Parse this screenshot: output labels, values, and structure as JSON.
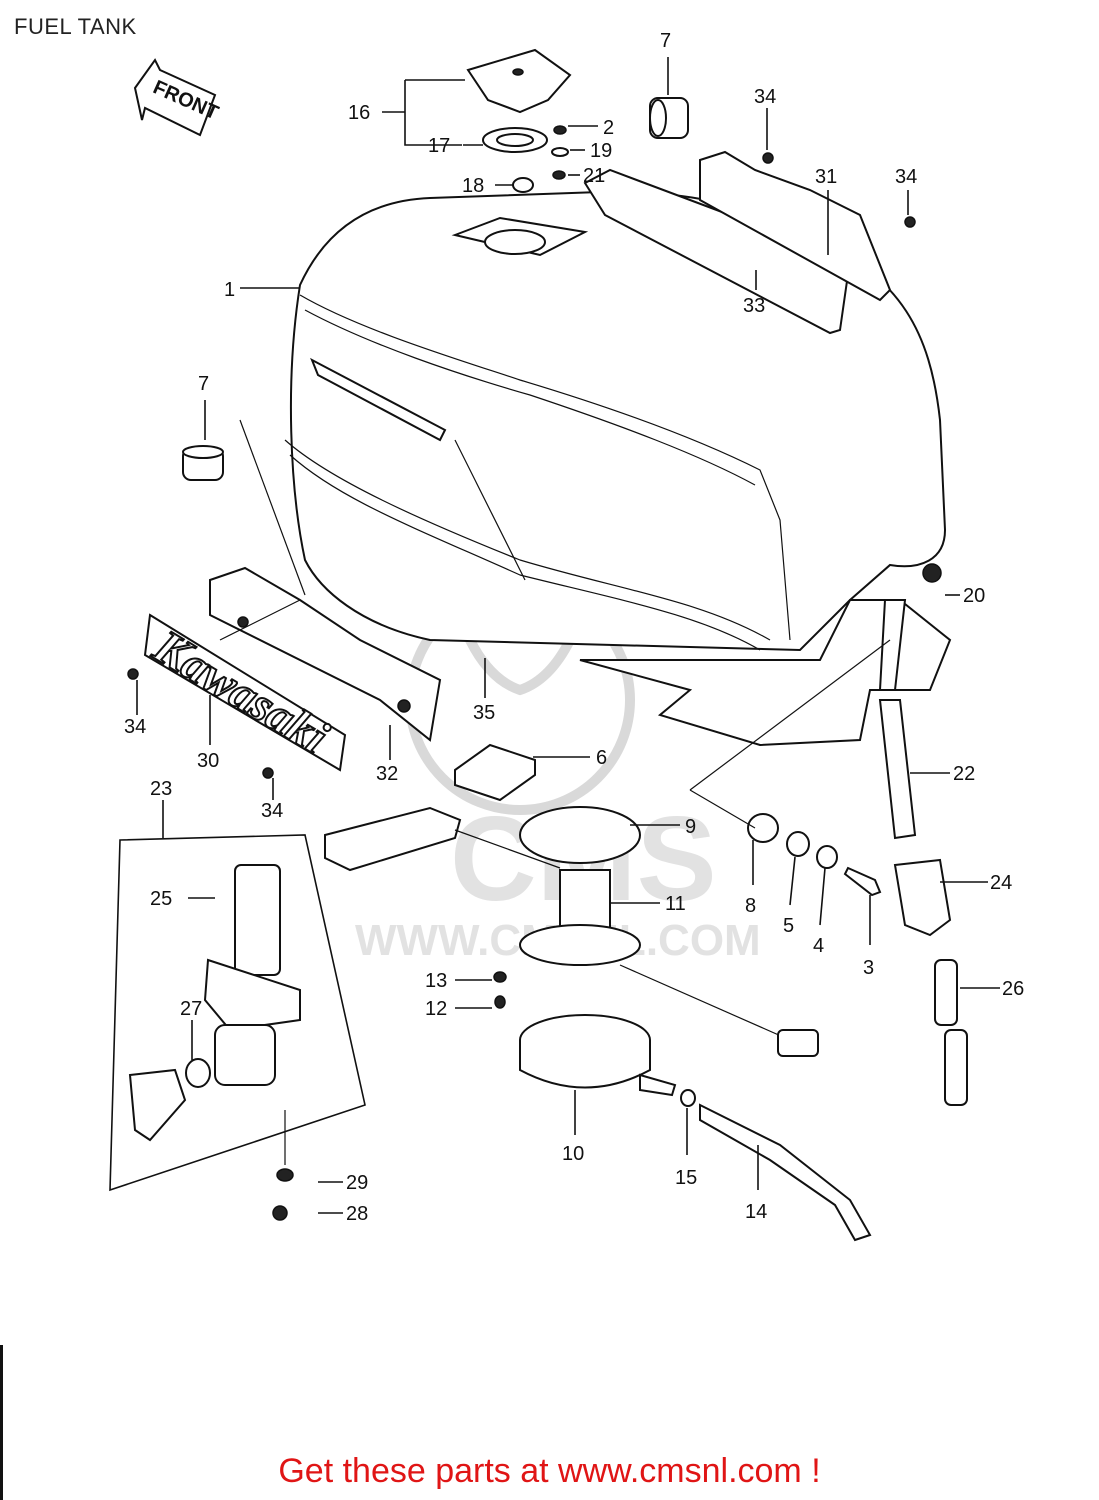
{
  "title": "FUEL TANK",
  "front_arrow_label": "FRONT",
  "emblem_text": "Kawasaki",
  "watermark": {
    "brand": "CMS",
    "url": "WWW.CMSNL.COM"
  },
  "footer": {
    "cta": "Get these parts at www.cmsnl.com !"
  },
  "callouts": [
    "1",
    "2",
    "3",
    "4",
    "5",
    "6",
    "7",
    "7",
    "8",
    "9",
    "10",
    "11",
    "12",
    "13",
    "14",
    "15",
    "16",
    "17",
    "18",
    "19",
    "20",
    "21",
    "22",
    "23",
    "24",
    "25",
    "26",
    "27",
    "28",
    "29",
    "30",
    "31",
    "32",
    "33",
    "34",
    "34",
    "34",
    "34",
    "35"
  ],
  "colors": {
    "footer_text": "#e01515",
    "line_art": "#111111",
    "watermark": "#d9d9d9"
  }
}
